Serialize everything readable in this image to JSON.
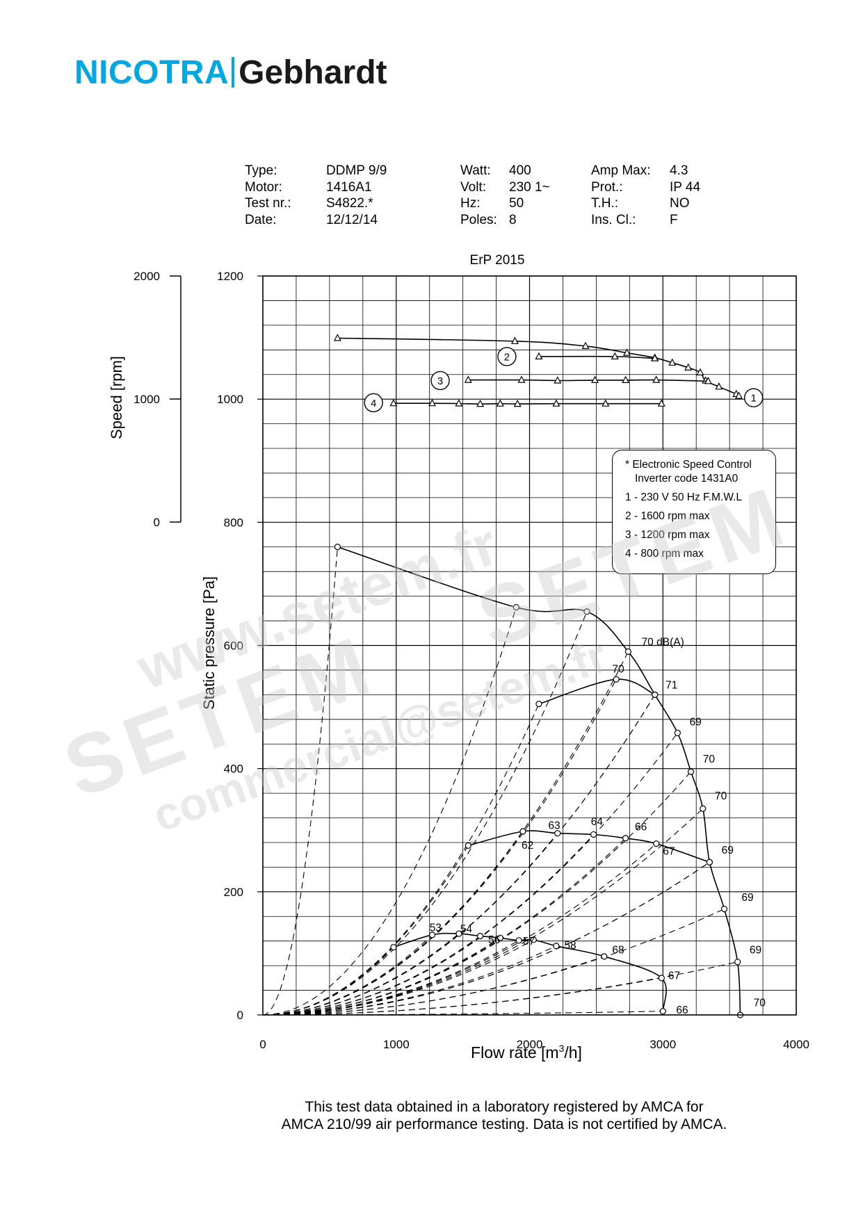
{
  "brand": {
    "name1": "NICOTRA",
    "name2": "Gebhardt",
    "color1": "#00a7e1",
    "color2": "#1a1a1a"
  },
  "specs": {
    "col1": {
      "labels": [
        "Type:",
        "Motor:",
        "Test nr.:",
        "Date:"
      ],
      "values": [
        "DDMP 9/9",
        "1416A1",
        "S4822.*",
        "12/12/14"
      ]
    },
    "col2": {
      "labels": [
        "Watt:",
        "Volt:",
        "Hz:",
        "Poles:"
      ],
      "values": [
        "400",
        "230 1~",
        "50",
        "8"
      ]
    },
    "col3": {
      "labels": [
        "Amp Max:",
        "Prot.:",
        "T.H.:",
        "Ins. Cl.:"
      ],
      "values": [
        "4.3",
        "IP 44",
        "NO",
        "F"
      ]
    }
  },
  "legend": {
    "title": "* Electronic Speed Control",
    "subtitle": "Inverter code 1431A0",
    "items": [
      "1 - 230 V 50 Hz   F.M.W.L",
      "2 - 1600 rpm max",
      "3 - 1200 rpm max",
      "4 - 800 rpm max"
    ]
  },
  "footer": {
    "line1": "This test data obtained in a laboratory registered by AMCA for",
    "line2": "AMCA 210/99 air performance testing. Data is not certified by AMCA."
  },
  "watermarks": [
    "www.setem.fr",
    "SETEM",
    "SETEM",
    "commercial@setem.fr"
  ],
  "chart_data": {
    "type": "line",
    "title": "ErP 2015",
    "xlabel": "Flow rate [m³/h]",
    "ylabel": "Static pressure [Pa]",
    "y2label": "Speed [rpm]",
    "xlim": [
      0,
      4000
    ],
    "ylim": [
      0,
      1200
    ],
    "y2lim": [
      0,
      2000
    ],
    "xticks": [
      "0",
      "1000",
      "2000",
      "3000",
      "4000"
    ],
    "yticks": [
      "0",
      "200",
      "400",
      "600",
      "800",
      "1000",
      "1200"
    ],
    "y2ticks": [
      "0",
      "1000",
      "2000"
    ],
    "grid": true,
    "pressure_series": [
      {
        "name": "1",
        "x": [
          560,
          1900,
          2430,
          2740,
          2940,
          3110,
          3210,
          3300,
          3350,
          3460,
          3560,
          3580
        ],
        "y": [
          760,
          662,
          655,
          590,
          520,
          458,
          395,
          335,
          248,
          172,
          86,
          0
        ]
      },
      {
        "name": "2",
        "x": [
          2070,
          2650,
          2940
        ],
        "y": [
          505,
          545,
          520
        ]
      },
      {
        "name": "3",
        "x": [
          1540,
          1950,
          2210,
          2480,
          2720,
          2950,
          3350
        ],
        "y": [
          275,
          298,
          295,
          293,
          287,
          278,
          248
        ]
      },
      {
        "name": "4",
        "x": [
          980,
          1270,
          1470,
          1630,
          1780,
          1920,
          2030,
          2200,
          2560,
          2990,
          3000
        ],
        "y": [
          110,
          130,
          132,
          128,
          125,
          121,
          122,
          112,
          95,
          60,
          6
        ]
      }
    ],
    "speed_series": [
      {
        "name": "1",
        "x": [
          560,
          1890,
          2420,
          2730,
          2940,
          3070,
          3190,
          3280,
          3320,
          3420,
          3550,
          3570
        ],
        "y": [
          1495,
          1470,
          1430,
          1375,
          1335,
          1295,
          1255,
          1215,
          1150,
          1100,
          1040,
          1025
        ]
      },
      {
        "name": "2",
        "x": [
          2070,
          2640,
          2940
        ],
        "y": [
          1345,
          1345,
          1330
        ]
      },
      {
        "name": "3",
        "x": [
          1540,
          1940,
          2210,
          2490,
          2720,
          2950,
          3340
        ],
        "y": [
          1155,
          1155,
          1150,
          1153,
          1153,
          1155,
          1145
        ]
      },
      {
        "name": "4",
        "x": [
          980,
          1270,
          1470,
          1630,
          1780,
          1910,
          2200,
          2570,
          2990
        ],
        "y": [
          965,
          965,
          963,
          960,
          962,
          960,
          962,
          962,
          962
        ]
      }
    ],
    "curve_markers": [
      "1",
      "2",
      "3",
      "4"
    ],
    "noise_labels": [
      {
        "text": "70 dB(A)",
        "x": 2840,
        "y": 600
      },
      {
        "text": "70",
        "x": 2620,
        "y": 556
      },
      {
        "text": "71",
        "x": 3020,
        "y": 530
      },
      {
        "text": "69",
        "x": 3200,
        "y": 470
      },
      {
        "text": "70",
        "x": 3300,
        "y": 410
      },
      {
        "text": "70",
        "x": 3390,
        "y": 350
      },
      {
        "text": "69",
        "x": 3440,
        "y": 262
      },
      {
        "text": "69",
        "x": 3590,
        "y": 185
      },
      {
        "text": "69",
        "x": 3650,
        "y": 100
      },
      {
        "text": "70",
        "x": 3680,
        "y": 14
      },
      {
        "text": "63",
        "x": 2140,
        "y": 302
      },
      {
        "text": "64",
        "x": 2460,
        "y": 308
      },
      {
        "text": "66",
        "x": 2790,
        "y": 300
      },
      {
        "text": "67",
        "x": 3000,
        "y": 260
      },
      {
        "text": "62",
        "x": 1940,
        "y": 270
      },
      {
        "text": "53",
        "x": 1250,
        "y": 136
      },
      {
        "text": "54",
        "x": 1480,
        "y": 134
      },
      {
        "text": "56",
        "x": 1690,
        "y": 116
      },
      {
        "text": "57",
        "x": 1950,
        "y": 114
      },
      {
        "text": "58",
        "x": 2260,
        "y": 107
      },
      {
        "text": "68",
        "x": 2620,
        "y": 100
      },
      {
        "text": "67",
        "x": 3040,
        "y": 58
      },
      {
        "text": "66",
        "x": 3100,
        "y": 2
      }
    ]
  }
}
